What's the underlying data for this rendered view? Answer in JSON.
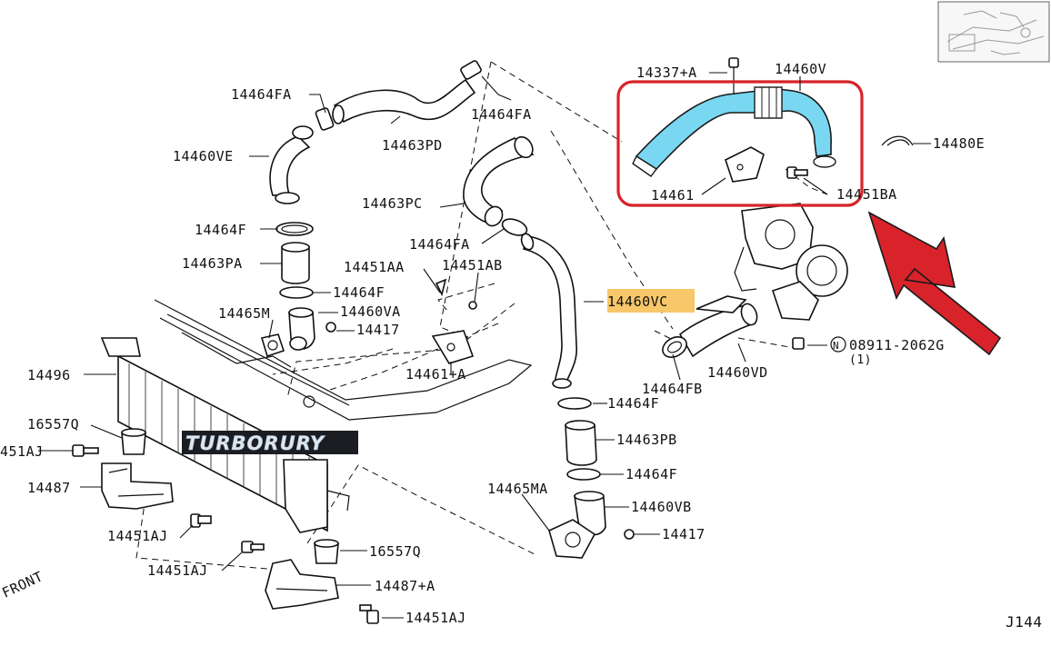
{
  "diagram": {
    "page_code": "J144",
    "front_label": "FRONT",
    "watermark_text": "TURBORURY",
    "callouts": {
      "c14464FA_a": "14464FA",
      "c14464FA_b": "14464FA",
      "c14464FA_c": "14464FA",
      "c14463PD": "14463PD",
      "c14460VE": "14460VE",
      "c14463PC": "14463PC",
      "c14464F_a": "14464F",
      "c14464F_b": "14464F",
      "c14464F_c": "14464F",
      "c14464F_d": "14464F",
      "c14463PA": "14463PA",
      "c14451AA": "14451AA",
      "c14451AB": "14451AB",
      "c14465M": "14465M",
      "c14460VA": "14460VA",
      "c14417_a": "14417",
      "c14417_b": "14417",
      "c14496": "14496",
      "c14461A": "14461+A",
      "c14460VC": "14460VC",
      "c16557Q_a": "16557Q",
      "c16557Q_b": "16557Q",
      "c14451AJ_a": "451AJ",
      "c14451AJ_b": "14451AJ",
      "c14451AJ_c": "14451AJ",
      "c14451AJ_d": "14451AJ",
      "c14487": "14487",
      "c14487A": "14487+A",
      "c14463PB": "14463PB",
      "c14465MA": "14465MA",
      "c14460VB": "14460VB",
      "c14464FB": "14464FB",
      "c14460VD": "14460VD",
      "c14337A": "14337+A",
      "c14460V": "14460V",
      "c14480E": "14480E",
      "c14461": "14461",
      "c14451BA": "14451BA",
      "c08911": "08911-2062G",
      "c08911_qty": "(1)",
      "c08911_prefix": "N"
    },
    "highlight": {
      "part": "14460V",
      "hose_color": "#79d7f2",
      "box_color": "#d8232a",
      "arrow_color": "#d8232a",
      "label_highlight_color": "#f8c76a"
    }
  }
}
